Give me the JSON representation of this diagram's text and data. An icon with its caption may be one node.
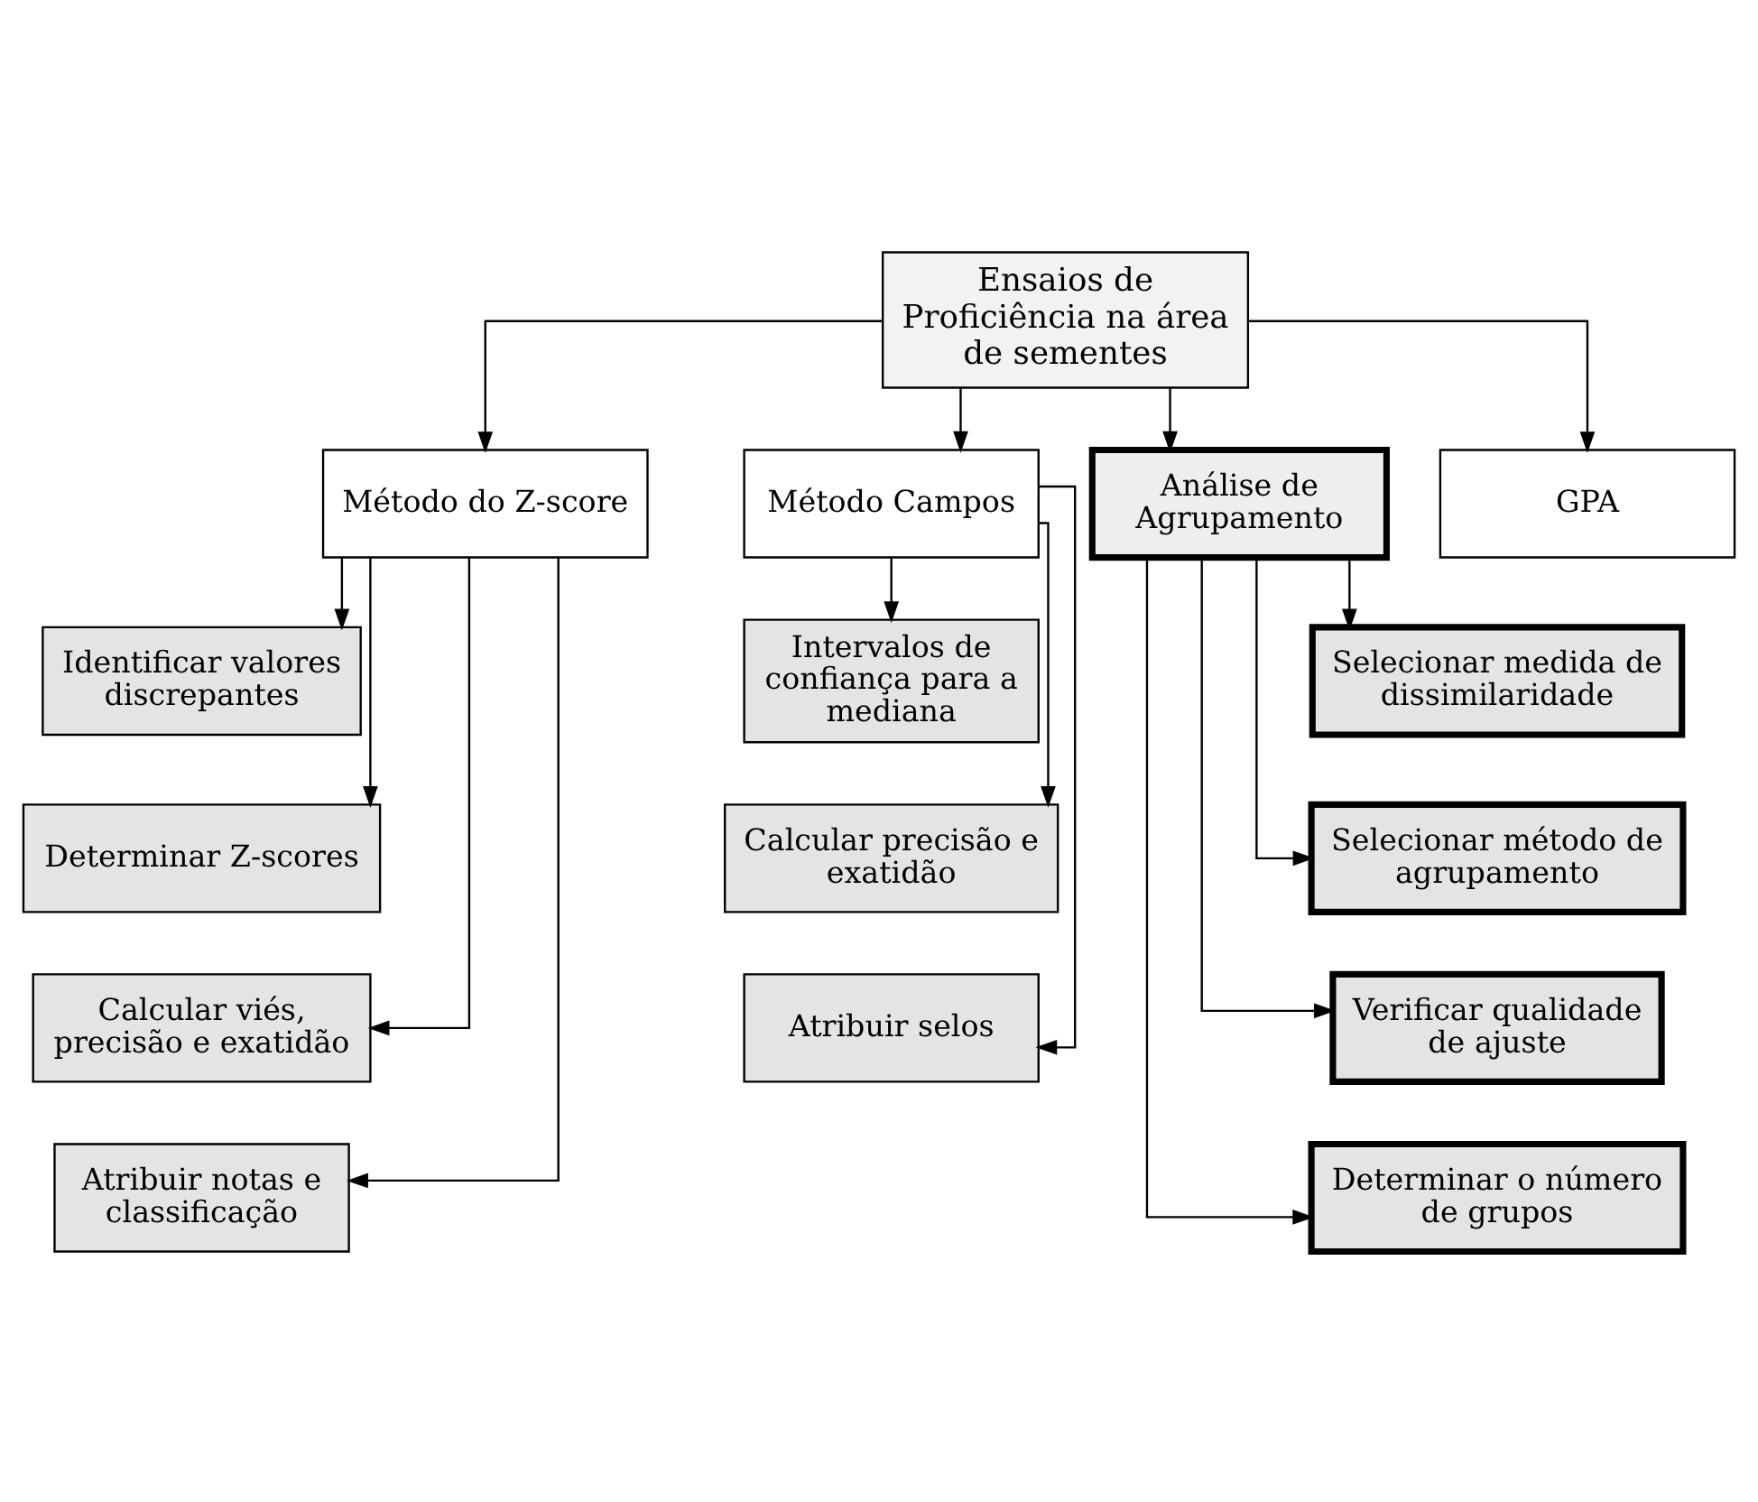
{
  "diagram": {
    "nodes": [
      {
        "text": [
          "Ensaios de Proficiência na área de sementes"
        ]
      },
      {
        "text": [
          "Método do Z-score"
        ]
      },
      {
        "text": [
          "Método Campos"
        ]
      },
      {
        "text": [
          "Análise de Agrupamento"
        ]
      },
      {
        "text": [
          "GPA"
        ]
      },
      {
        "text": [
          "Identificar valores discrepantes"
        ]
      },
      {
        "text": [
          "Determinar Z-scores"
        ]
      },
      {
        "text": [
          "Calcular viés, precisão e exatidão"
        ]
      },
      {
        "text": [
          "Atribuir notas e classificação"
        ]
      },
      {
        "text": [
          "Intervalos de confiança para a mediana"
        ]
      },
      {
        "text": [
          "Calcular precisão e exatidão"
        ]
      },
      {
        "text": [
          "Atribuir selos"
        ]
      },
      {
        "text": [
          "Selecionar medida de dissimilaridade"
        ]
      },
      {
        "text": [
          "Selecionar método de agrupamento"
        ]
      },
      {
        "text": [
          "Verificar qualidade de ajuste"
        ]
      },
      {
        "text": [
          "Determinar o número de grupos"
        ]
      }
    ],
    "edges": [
      {
        "from": 0,
        "to": 1,
        "arrow": "to"
      },
      {
        "from": 0,
        "to": 2,
        "arrow": "to"
      },
      {
        "from": 0,
        "to": 3,
        "arrow": "to"
      },
      {
        "from": 0,
        "to": 4,
        "arrow": "to"
      },
      {
        "from": 1,
        "to": 5,
        "arrow": "to"
      },
      {
        "from": 1,
        "to": 6,
        "arrow": "to"
      },
      {
        "from": 1,
        "to": 7,
        "arrow": "to"
      },
      {
        "from": 1,
        "to": 8,
        "arrow": "to"
      },
      {
        "from": 2,
        "to": 9,
        "arrow": "to"
      },
      {
        "from": 2,
        "to": 10,
        "arrow": "to"
      },
      {
        "from": 2,
        "to": 11,
        "arrow": "to"
      },
      {
        "from": 3,
        "to": 12,
        "arrow": "to"
      },
      {
        "from": 3,
        "to": 13,
        "arrow": "to"
      },
      {
        "from": 3,
        "to": 14,
        "arrow": "to"
      },
      {
        "from": 3,
        "to": 15,
        "arrow": "to"
      }
    ]
  }
}
